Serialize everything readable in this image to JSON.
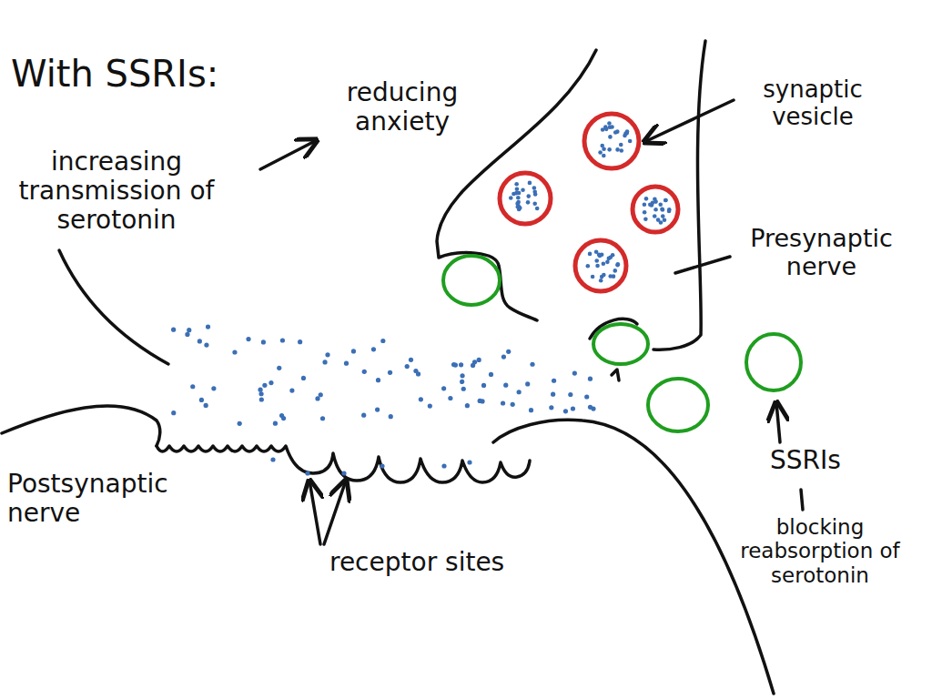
{
  "diagram": {
    "title": "With SSRIs:",
    "labels": [
      "increasing transmission of serotonin",
      "reducing anxiety",
      "synaptic vesicle",
      "Presynaptic nerve",
      "SSRIs",
      "blocking reabsorption of serotonin",
      "Postsynaptic nerve",
      "receptor sites"
    ]
  }
}
